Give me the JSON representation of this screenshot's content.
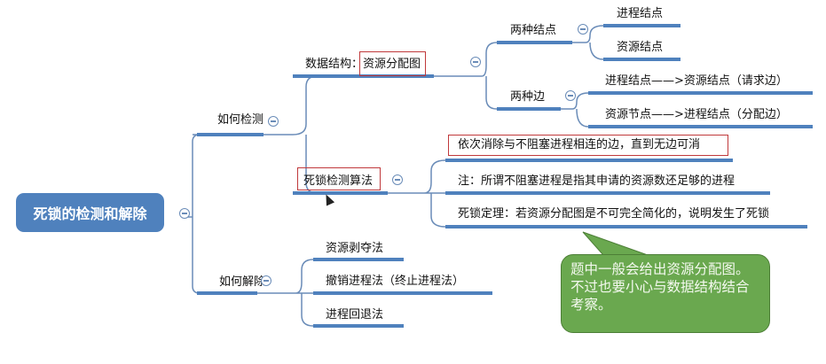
{
  "root": "死锁的检测和解除",
  "detect": {
    "label": "如何检测",
    "data_structure": {
      "prefix": "数据结构：",
      "highlight": "资源分配图"
    },
    "node_types": {
      "label": "两种结点",
      "items": [
        "进程结点",
        "资源结点"
      ]
    },
    "edge_types": {
      "label": "两种边",
      "items": [
        "进程结点——>资源结点（请求边）",
        "资源节点——>进程结点（分配边）"
      ]
    },
    "algorithm": {
      "label": "死锁检测算法",
      "items": [
        "依次消除与不阻塞进程相连的边，直到无边可消",
        "注：所谓不阻塞进程是指其申请的资源数还足够的进程",
        "死锁定理：若资源分配图是不可完全简化的，说明发生了死锁"
      ]
    }
  },
  "recover": {
    "label": "如何解除",
    "items": [
      "资源剥夺法",
      "撤销进程法（终止进程法）",
      "进程回退法"
    ]
  },
  "callout": "题中一般会给出资源分配图。不过也要小心与数据结构结合考察。",
  "colors": {
    "branch": "#4f81bd",
    "highlight": "#c0393b",
    "callout": "#6aa84f"
  }
}
